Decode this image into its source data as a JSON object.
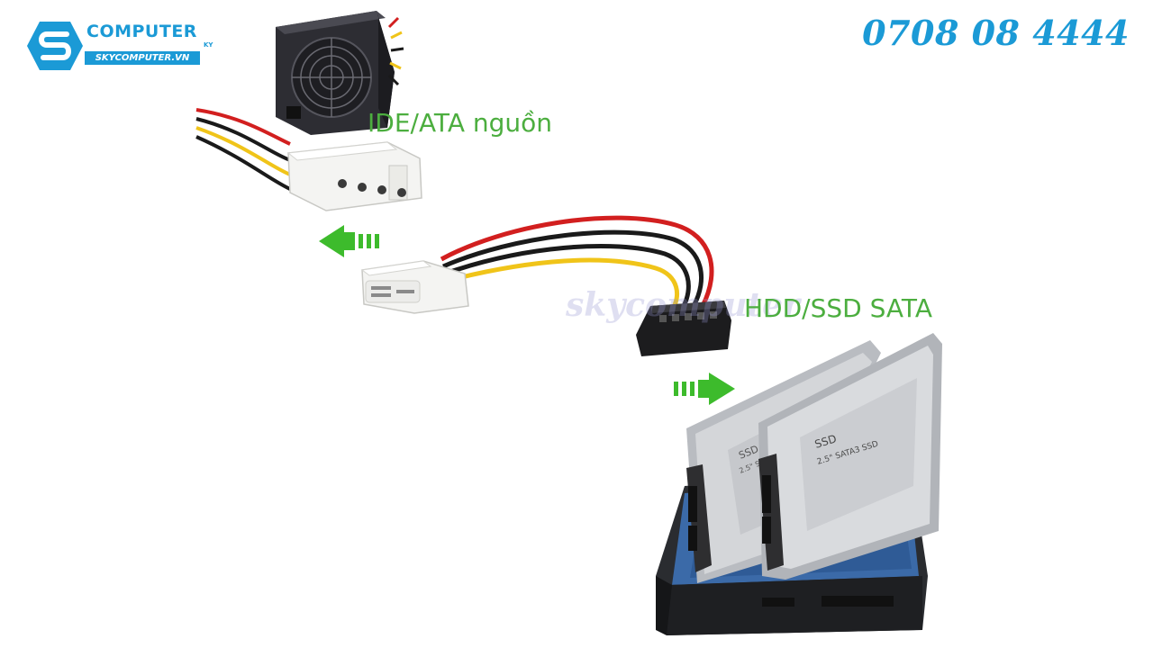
{
  "logo": {
    "brand": "COMPUTER",
    "brand_sub": "KY",
    "website": "SKYCOMPUTER.VN"
  },
  "phone": "0708 08 4444",
  "labels": {
    "ide_power": "IDE/ATA nguồn",
    "hdd_ssd_sata": "HDD/SSD SATA"
  },
  "watermark": "skycomputer",
  "ssd_front": {
    "line1": "SSD",
    "line2": "2.5\" SATA3 SSD"
  },
  "ssd_back": {
    "line1": "SSD",
    "line2": "2.5\" SATA"
  },
  "colors": {
    "brand_blue": "#1b9ad6",
    "label_green": "#4cae3f",
    "arrow_green": "#3dbb2c",
    "wire_red": "#d21f1f",
    "wire_yellow": "#f0c419",
    "wire_black": "#1a1a1a"
  }
}
